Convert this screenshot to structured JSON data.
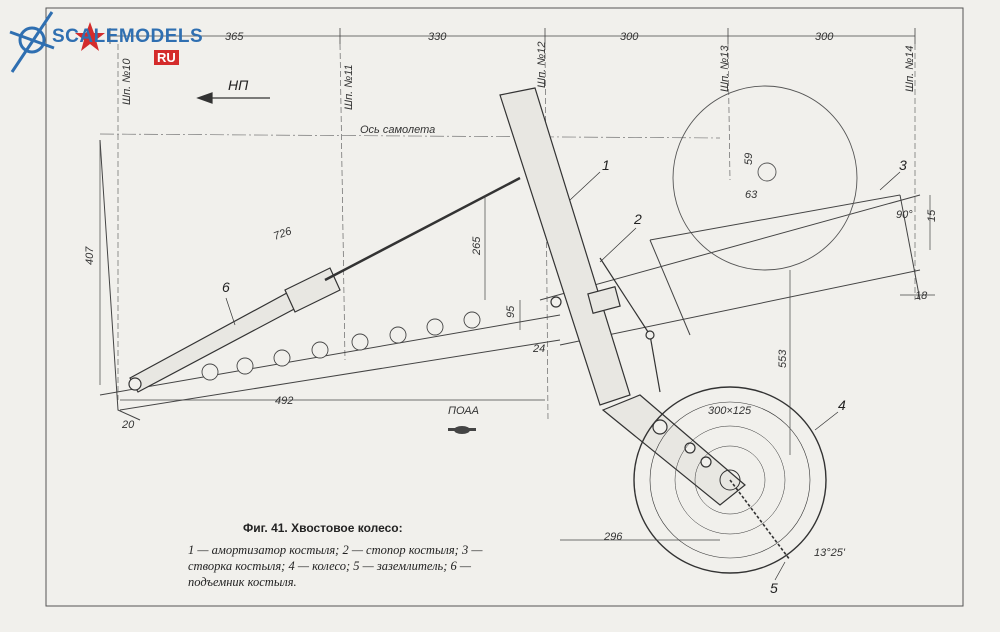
{
  "logo": {
    "text": "SCALEMODELS",
    "suffix": "RU"
  },
  "frames": {
    "f10": "Шп. №10",
    "f11": "Шп. №11",
    "f12": "Шп. №12",
    "f13": "Шп. №13",
    "f14": "Шп. №14"
  },
  "direction": "НП",
  "axis_label": "Ось самолета",
  "stamp": "ПОАА",
  "dimensions": {
    "d365": "365",
    "d330": "330",
    "d300a": "300",
    "d300b": "300",
    "d407": "407",
    "d265": "265",
    "d95": "95",
    "d24": "24",
    "d20": "20",
    "d492": "492",
    "d553": "553",
    "d296": "296",
    "d18": "18",
    "d15": "15",
    "d59": "59",
    "d63": "63",
    "a90": "90°",
    "a13": "13°25'",
    "wheel_size": "300×125",
    "d726": "726"
  },
  "callouts": {
    "c1": "1",
    "c2": "2",
    "c3": "3",
    "c4": "4",
    "c5": "5",
    "c6": "6"
  },
  "caption": {
    "title": "Фиг. 41. Хвостовое колесо:",
    "items": "1 — амортизатор костыля; 2 — стопор костыля; 3 — створка костыля; 4 — колесо; 5 — заземлитель; 6 — подъемник костыля."
  }
}
